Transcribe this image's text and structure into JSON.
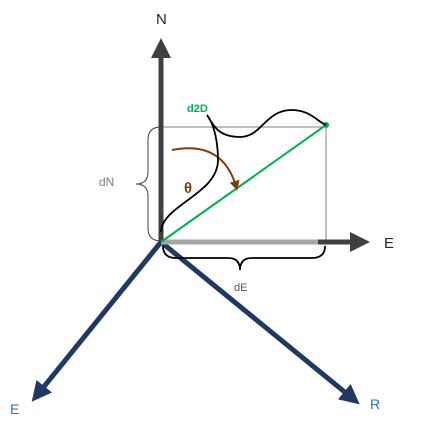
{
  "diagram": {
    "labels": {
      "north": "N",
      "east_axis": "E",
      "d2d": "d2D",
      "dn": "dN",
      "de": "dE",
      "theta": "θ",
      "lower_e": "E",
      "lower_r": "R"
    },
    "colors": {
      "axis": "#404040",
      "box": "#a6a6a6",
      "box_edge": "#808080",
      "diagonal": "#00b050",
      "angle_arc": "#843c0c",
      "brace": "#000000",
      "navy_arrow": "#1f3864",
      "blue_label": "#2e75b6",
      "gray_label": "#595959"
    }
  }
}
